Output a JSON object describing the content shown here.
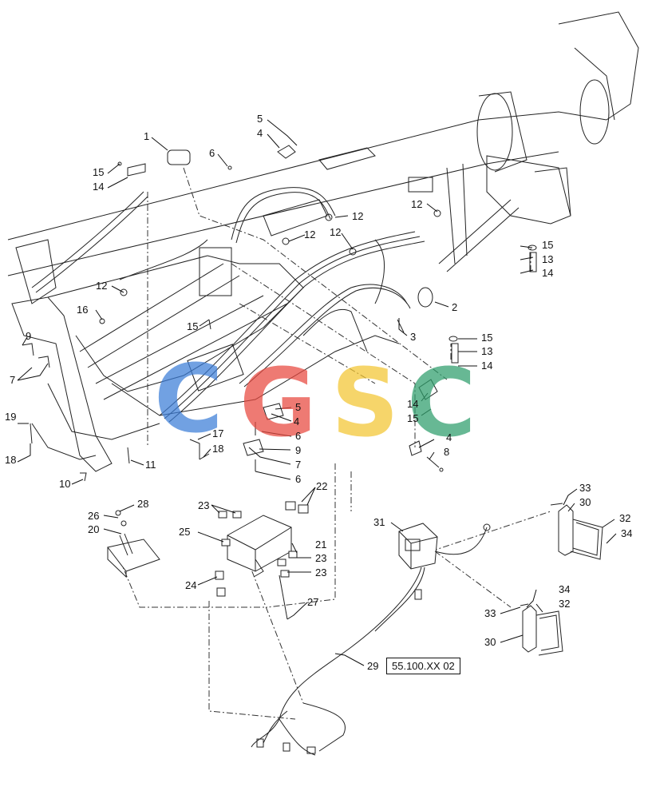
{
  "reference_box": "55.100.XX 02",
  "watermark": {
    "letters": [
      "C",
      "G",
      "S",
      "C"
    ],
    "colors": [
      "#3b7dd8",
      "#e8483e",
      "#f3c531",
      "#2e9e6b"
    ]
  },
  "callouts": [
    {
      "id": "c1",
      "text": "1"
    },
    {
      "id": "c2",
      "text": "2"
    },
    {
      "id": "c3",
      "text": "3"
    },
    {
      "id": "c4a",
      "text": "4"
    },
    {
      "id": "c4b",
      "text": "4"
    },
    {
      "id": "c4c",
      "text": "4"
    },
    {
      "id": "c5a",
      "text": "5"
    },
    {
      "id": "c5b",
      "text": "5"
    },
    {
      "id": "c6a",
      "text": "6"
    },
    {
      "id": "c6b",
      "text": "6"
    },
    {
      "id": "c6c",
      "text": "6"
    },
    {
      "id": "c7a",
      "text": "7"
    },
    {
      "id": "c7b",
      "text": "7"
    },
    {
      "id": "c8",
      "text": "8"
    },
    {
      "id": "c9a",
      "text": "9"
    },
    {
      "id": "c9b",
      "text": "9"
    },
    {
      "id": "c10",
      "text": "10"
    },
    {
      "id": "c11",
      "text": "11"
    },
    {
      "id": "c12a",
      "text": "12"
    },
    {
      "id": "c12b",
      "text": "12"
    },
    {
      "id": "c12c",
      "text": "12"
    },
    {
      "id": "c12d",
      "text": "12"
    },
    {
      "id": "c12e",
      "text": "12"
    },
    {
      "id": "c13a",
      "text": "13"
    },
    {
      "id": "c13b",
      "text": "13"
    },
    {
      "id": "c14a",
      "text": "14"
    },
    {
      "id": "c14b",
      "text": "14"
    },
    {
      "id": "c14c",
      "text": "14"
    },
    {
      "id": "c14d",
      "text": "14"
    },
    {
      "id": "c15a",
      "text": "15"
    },
    {
      "id": "c15b",
      "text": "15"
    },
    {
      "id": "c15c",
      "text": "15"
    },
    {
      "id": "c15d",
      "text": "15"
    },
    {
      "id": "c15e",
      "text": "15"
    },
    {
      "id": "c16",
      "text": "16"
    },
    {
      "id": "c17",
      "text": "17"
    },
    {
      "id": "c18a",
      "text": "18"
    },
    {
      "id": "c18b",
      "text": "18"
    },
    {
      "id": "c19",
      "text": "19"
    },
    {
      "id": "c20",
      "text": "20"
    },
    {
      "id": "c21",
      "text": "21"
    },
    {
      "id": "c22",
      "text": "22"
    },
    {
      "id": "c23a",
      "text": "23"
    },
    {
      "id": "c23b",
      "text": "23"
    },
    {
      "id": "c23c",
      "text": "23"
    },
    {
      "id": "c24",
      "text": "24"
    },
    {
      "id": "c25",
      "text": "25"
    },
    {
      "id": "c26",
      "text": "26"
    },
    {
      "id": "c27",
      "text": "27"
    },
    {
      "id": "c28",
      "text": "28"
    },
    {
      "id": "c29",
      "text": "29"
    },
    {
      "id": "c30a",
      "text": "30"
    },
    {
      "id": "c30b",
      "text": "30"
    },
    {
      "id": "c31",
      "text": "31"
    },
    {
      "id": "c32a",
      "text": "32"
    },
    {
      "id": "c32b",
      "text": "32"
    },
    {
      "id": "c33a",
      "text": "33"
    },
    {
      "id": "c33b",
      "text": "33"
    },
    {
      "id": "c34a",
      "text": "34"
    },
    {
      "id": "c34b",
      "text": "34"
    }
  ]
}
